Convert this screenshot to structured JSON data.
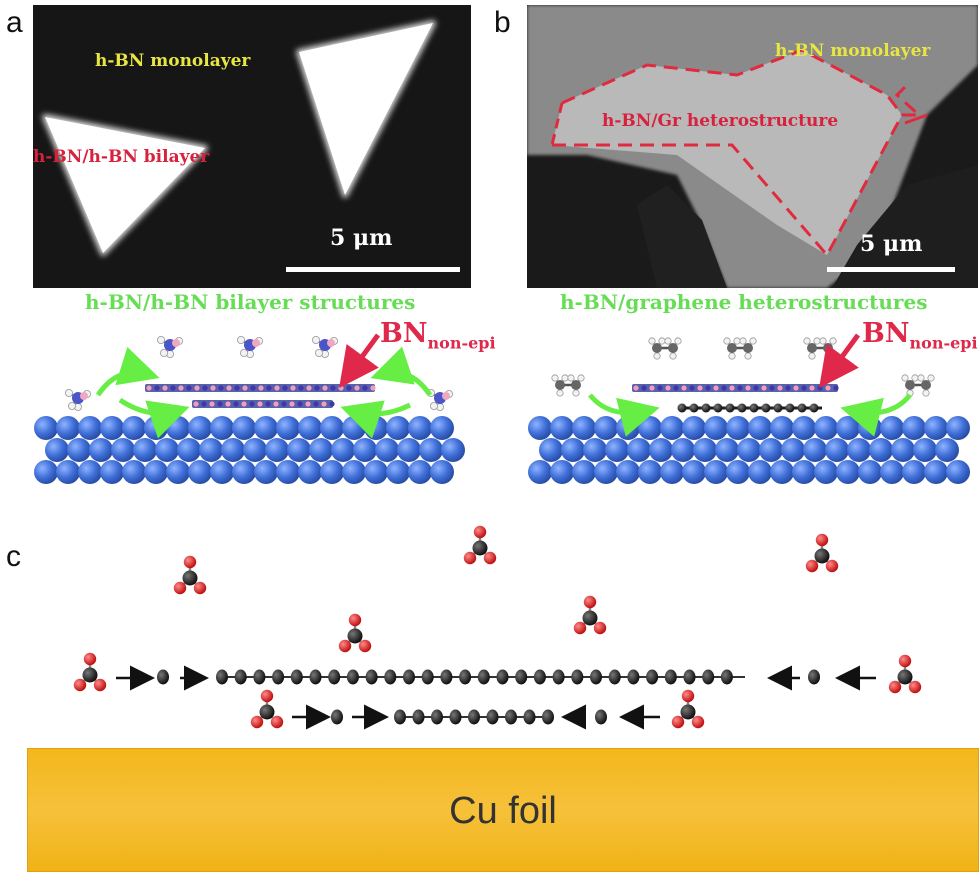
{
  "panels": {
    "a": {
      "letter": "a",
      "label_monolayer": "h-BN monolayer",
      "label_bilayer": "h-BN/h-BN bilayer",
      "scale": "5 μm",
      "caption": "h-BN/h-BN bilayer structures",
      "bn_label": "BN",
      "bn_sub": "non-epi"
    },
    "b": {
      "letter": "b",
      "label_monolayer": "h-BN monolayer",
      "label_hetero": "h-BN/Gr heterostructure",
      "scale": "5 μm",
      "caption": "h-BN/graphene heterostructures",
      "bn_label": "BN",
      "bn_sub": "non-epi"
    },
    "c": {
      "letter": "c",
      "substrate": "Cu foil"
    }
  },
  "colors": {
    "label_yellow": "#e8e640",
    "label_red": "#d8213c",
    "caption_green": "#66dd55",
    "arrow_green": "#66ee44",
    "bn_red": "#e0284a",
    "cu_sphere": "#3f6fd8",
    "cu_foil": "#f4ba22"
  }
}
